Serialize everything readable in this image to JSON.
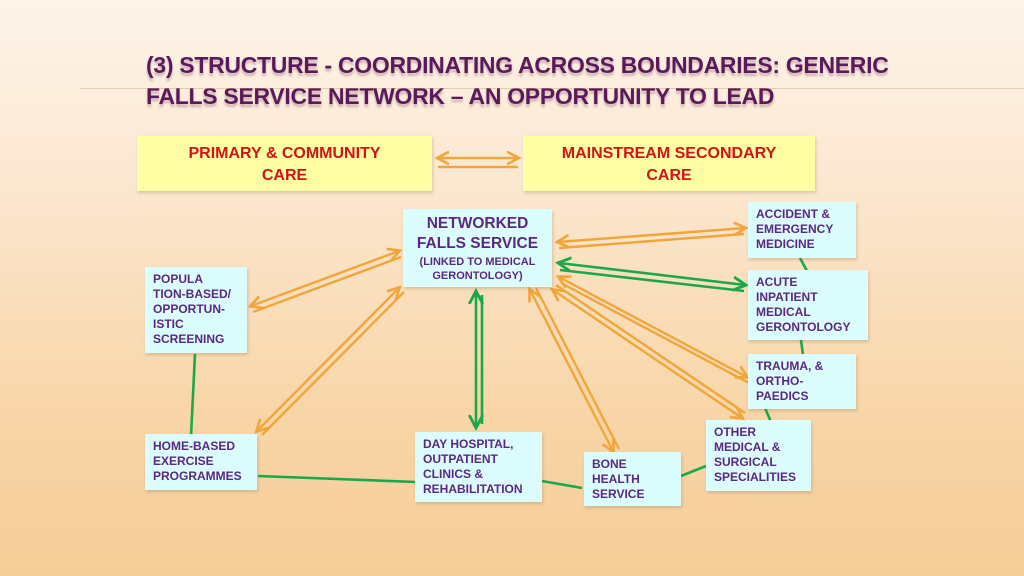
{
  "title": {
    "line1": "(3) STRUCTURE - COORDINATING ACROSS BOUNDARIES: GENERIC",
    "line2": "FALLS SERVICE NETWORK – AN OPPORTUNITY TO LEAD"
  },
  "header_boxes": {
    "primary": "PRIMARY & COMMUNITY\nCARE",
    "secondary": "MAINSTREAM SECONDARY\nCARE"
  },
  "center": {
    "line1": "NETWORKED",
    "line2": "FALLS SERVICE",
    "sub": "(LINKED TO MEDICAL\nGERONTOLOGY)"
  },
  "nodes": {
    "population_screening": "POPULA\nTION-BASED/\nOPPORTUN-\nISTIC\nSCREENING",
    "home_exercise": "HOME-BASED\nEXERCISE\nPROGRAMMES",
    "day_hospital": "DAY HOSPITAL,\nOUTPATIENT\nCLINICS &\nREHABILITATION",
    "bone_health": "BONE\nHEALTH\nSERVICE",
    "other_specialities": "OTHER\nMEDICAL &\nSURGICAL\nSPECIALITIES",
    "trauma": "TRAUMA, &\nORTHO-\nPAEDICS",
    "acute_inpatient": "ACUTE\nINPATIENT\nMEDICAL\nGERONTOLOGY",
    "accident_emergency": "ACCIDENT &\nEMERGENCY\nMEDICINE"
  },
  "colors": {
    "orange_arrow": "#f0a63a",
    "green_arrow": "#1aa84a",
    "title": "#5a1a5a",
    "header_text": "#d01417",
    "node_text": "#5a2782"
  }
}
